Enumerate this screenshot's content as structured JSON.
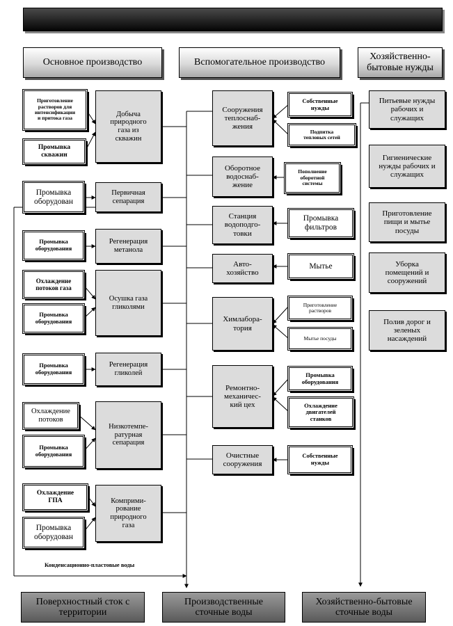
{
  "title": "",
  "headers": {
    "main": "Основное производство",
    "aux": "Вспомогательное производство",
    "household": "Хозяйственно-\nбытовые нужды"
  },
  "main_processes": [
    "Добыча\nприродного\nгаза из\nскважин",
    "Первичная\nсепарация",
    "Регенерация\nметанола",
    "Осушка газа\nгликолями",
    "Регенерация\nгликолей",
    "Низкотемпе-\nратурная\nсепарация",
    "Комприми-\nрование\nприродного\nгаза"
  ],
  "main_sources": [
    "Приготовление\nрастворов для\nинтенсификации\nи притока газа",
    "Промывка\nскважин",
    "Промывка\nоборудован",
    "Промывка\nоборудования",
    "Охлаждение\nпотоков газа",
    "Промывка\nоборудования",
    "Промывка\nоборудования",
    "Охлаждение\nпотоков",
    "Промывка\nоборудования",
    "Охлаждение\nГПА",
    "Промывка\nоборудован"
  ],
  "aux_processes": [
    "Сооружения\nтеплоснаб-\nжения",
    "Оборотное\nводоснаб-\nжение",
    "Станция\nводоподго-\nтовки",
    "Авто-\nхозяйство",
    "Химлабора-\nтория",
    "Ремонтно-\nмеханичес-\nкий цех",
    "Очистные\nсооружения"
  ],
  "aux_sources": [
    "Собственные\nнужды",
    "Подпитка\nтепловых сетей",
    "Пополнение\nоборотной\nсистемы",
    "Промывка\nфильтров",
    "Мытье",
    "Приготовление\nрастворов",
    "Мытье посуды",
    "Промывка\nоборудования",
    "Охлаждение\nдвигателей\nстанков",
    "Собственные\nнужды"
  ],
  "household_items": [
    "Питьевые нужды\nрабочих и\nслужащих",
    "Гигиенические\nнужды рабочих и\nслужащих",
    "Приготовление\nпищи и мытье\nпосуды",
    "Уборка\nпомещений и\nсооружений",
    "Полив дорог и\nзеленых\nнасаждений"
  ],
  "caption": "Конденсационно-пластовые воды",
  "outputs": {
    "surface": "Поверхностный сток с\nтерритории",
    "industrial": "Производственные\nсточные воды",
    "domestic": "Хозяйственно-бытовые\nсточные воды"
  },
  "colors": {
    "box_fill": "#dcdcdc",
    "header_fill": "#d9d9d9",
    "footer_fill": "#6e6e6e",
    "title_fill": "#1a1a1a"
  }
}
